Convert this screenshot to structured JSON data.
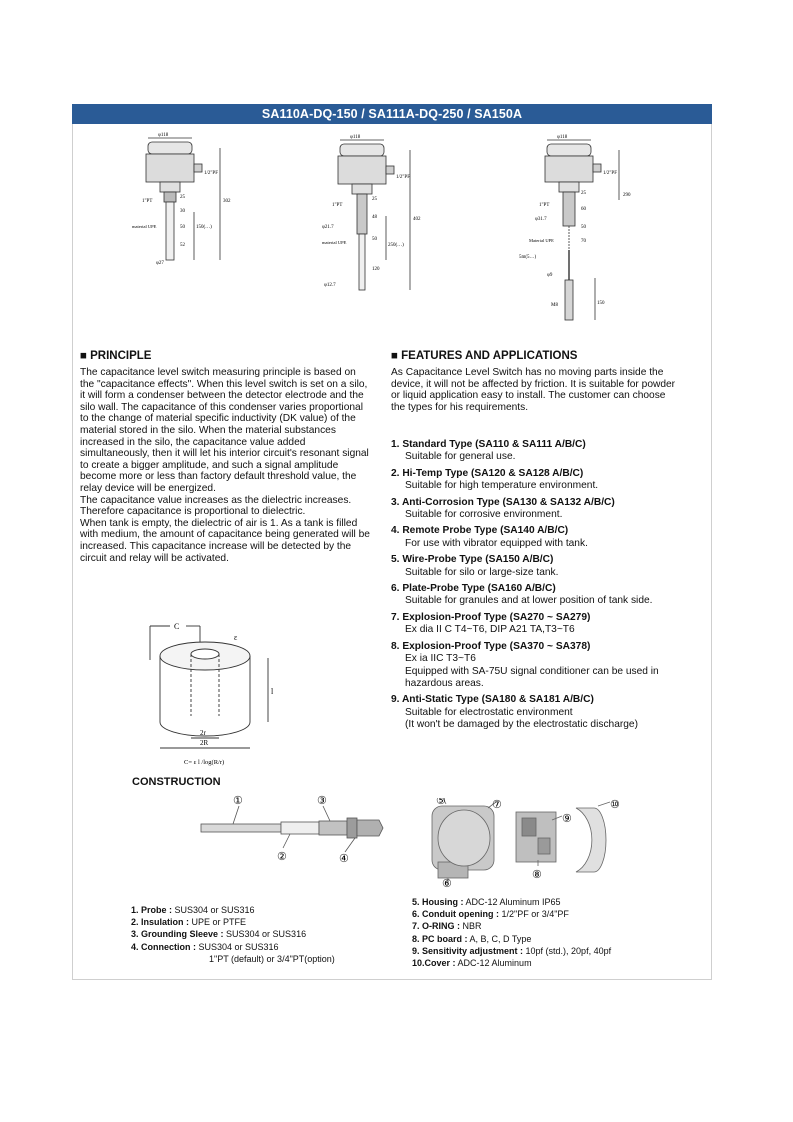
{
  "banner": {
    "title": "SA110A-DQ-150 / SA111A-DQ-250 / SA150A"
  },
  "dims": {
    "d1": {
      "dia": "φ118",
      "pf": "1/2\"PF",
      "pt": "1\"PT",
      "m": "material\nUPE",
      "c1": "25",
      "c2": "30",
      "c3": "50",
      "len": "150(…)",
      "c4": "52",
      "total": "302",
      "tip": "φ27"
    },
    "d2": {
      "dia": "φ118",
      "pf": "1/2\"PF",
      "pt": "1\"PT",
      "c1": "25",
      "c2": "48",
      "c3": "50",
      "d21": "φ21.7",
      "m": "material\nUPE",
      "len": "250(…)",
      "c4": "120",
      "total": "402",
      "tip": "φ12.7"
    },
    "d3": {
      "dia": "φ118",
      "pf": "1/2\"PF",
      "pt": "1\"PT",
      "c1": "25",
      "c2": "60",
      "c3": "50",
      "d31": "φ31.7",
      "m": "Material\nUPE",
      "sm": "5m(5…)",
      "c4": "70",
      "d9": "φ9",
      "m8": "M8",
      "c5": "150",
      "total": "290"
    }
  },
  "principle": {
    "title": "■ PRINCIPLE",
    "text": "The capacitance level switch measuring principle is based on the \"capacitance effects\". When this level switch is set on a silo, it will form a condenser between the detector electrode and the silo wall. The capacitance of this condenser varies proportional to the change of material specific inductivity (DK value) of the material stored in the silo. When the material substances increased in the silo, the capacitance value added simultaneously, then it will let his interior circuit's resonant signal to create a bigger amplitude, and such a signal amplitude become more or less than factory default threshold value, the relay device will be energized.\nThe capacitance value increases as the dielectric increases. Therefore capacitance is proportional to dielectric.\nWhen tank is empty, the dielectric of air is 1. As a tank is filled with medium, the amount of capacitance being generated will be increased. This capacitance increase will be detected by the circuit and relay will be activated."
  },
  "cylinder": {
    "c": "C",
    "e": "ε",
    "l": "l",
    "r2": "2r",
    "R2": "2R",
    "formula": "C= ε l /log(R/r)"
  },
  "features": {
    "title": "■ FEATURES AND APPLICATIONS",
    "intro": "As Capacitance Level Switch has no moving parts inside the device, it will not be affected by friction. It is suitable for powder or liquid application easy to install. The customer can choose the types for his requirements.",
    "items": [
      {
        "title": "1. Standard Type (SA110 & SA111 A/B/C)",
        "desc": "Suitable for general use."
      },
      {
        "title": "2. Hi-Temp Type (SA120 & SA128 A/B/C)",
        "desc": "Suitable for high temperature environment."
      },
      {
        "title": "3. Anti-Corrosion Type (SA130 & SA132 A/B/C)",
        "desc": "Suitable for corrosive environment."
      },
      {
        "title": "4. Remote Probe Type (SA140 A/B/C)",
        "desc": "For use with vibrator equipped with tank."
      },
      {
        "title": "5. Wire-Probe Type (SA150 A/B/C)",
        "desc": "Suitable for silo or large-size tank."
      },
      {
        "title": "6. Plate-Probe Type (SA160 A/B/C)",
        "desc": "Suitable for granules and at lower position of tank side."
      },
      {
        "title": "7. Explosion-Proof Type (SA270 ~ SA279)",
        "desc": "Ex dia II C T4~T6, DIP A21 TA,T3~T6"
      },
      {
        "title": "8. Explosion-Proof Type (SA370 ~ SA378)",
        "desc": "Ex ia IIC T3~T6\nEquipped with SA-75U signal conditioner can be used in hazardous areas."
      },
      {
        "title": "9. Anti-Static Type (SA180 & SA181 A/B/C)",
        "desc": "Suitable for electrostatic environment\n(It won't be damaged by the electrostatic discharge)"
      }
    ]
  },
  "construction": {
    "title": "CONSTRUCTION",
    "callouts": [
      "①",
      "②",
      "③",
      "④",
      "⑤",
      "⑥",
      "⑦",
      "⑧",
      "⑨",
      "⑩"
    ],
    "left_parts": [
      {
        "label": "1. Probe :",
        "value": " SUS304 or SUS316"
      },
      {
        "label": "2. Insulation :",
        "value": " UPE or PTFE"
      },
      {
        "label": "3. Grounding Sleeve :",
        "value": " SUS304 or SUS316"
      },
      {
        "label": "4. Connection :",
        "value": " SUS304 or SUS316",
        "extra": "1\"PT (default) or  3/4\"PT(option)"
      }
    ],
    "right_parts": [
      {
        "label": "5. Housing :",
        "value": " ADC-12 Aluminum IP65"
      },
      {
        "label": "6. Conduit opening :",
        "value": " 1/2\"PF or 3/4\"PF"
      },
      {
        "label": "7. O-RING :",
        "value": "  NBR"
      },
      {
        "label": "8. PC board :",
        "value": " A, B, C, D Type"
      },
      {
        "label": "9. Sensitivity adjustment :",
        "value": " 10pf (std.), 20pf, 40pf"
      },
      {
        "label": "10.Cover :",
        "value": "  ADC-12 Aluminum"
      }
    ]
  }
}
